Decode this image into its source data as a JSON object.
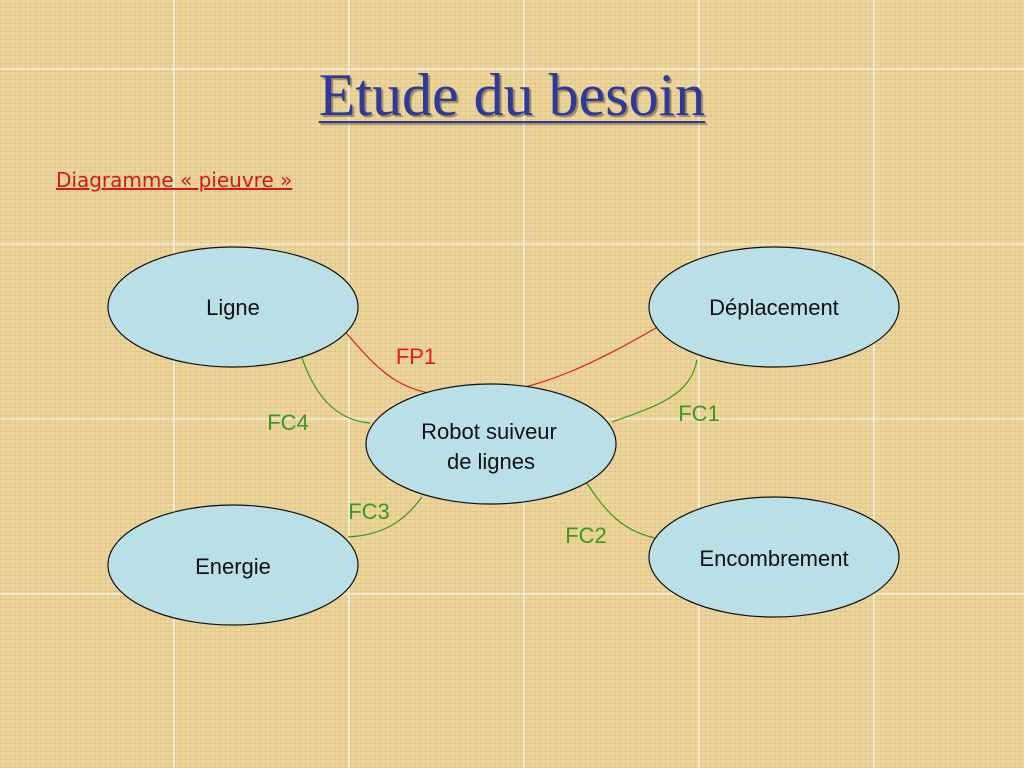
{
  "title": "Etude du besoin",
  "subtitle": "Diagramme « pieuvre »",
  "colors": {
    "title": "#2e3a9a",
    "subtitle": "#d11b1b",
    "node_fill": "#b9e0e6",
    "principal_link": "#e0201a",
    "constraint_link": "#3a9a22"
  },
  "nodes": {
    "center": {
      "lines": [
        "Robot suiveur",
        "de lignes"
      ]
    },
    "ligne": {
      "label": "Ligne"
    },
    "deplacement": {
      "label": "Déplacement"
    },
    "energie": {
      "label": "Energie"
    },
    "encombrement": {
      "label": "Encombrement"
    }
  },
  "links": {
    "fp1": {
      "label": "FP1",
      "from": "Ligne",
      "to": "Déplacement",
      "kind": "principal"
    },
    "fc1": {
      "label": "FC1",
      "from": "Robot suiveur de lignes",
      "to": "Déplacement",
      "kind": "constraint"
    },
    "fc2": {
      "label": "FC2",
      "from": "Robot suiveur de lignes",
      "to": "Encombrement",
      "kind": "constraint"
    },
    "fc3": {
      "label": "FC3",
      "from": "Robot suiveur de lignes",
      "to": "Energie",
      "kind": "constraint"
    },
    "fc4": {
      "label": "FC4",
      "from": "Robot suiveur de lignes",
      "to": "Ligne",
      "kind": "constraint"
    }
  }
}
